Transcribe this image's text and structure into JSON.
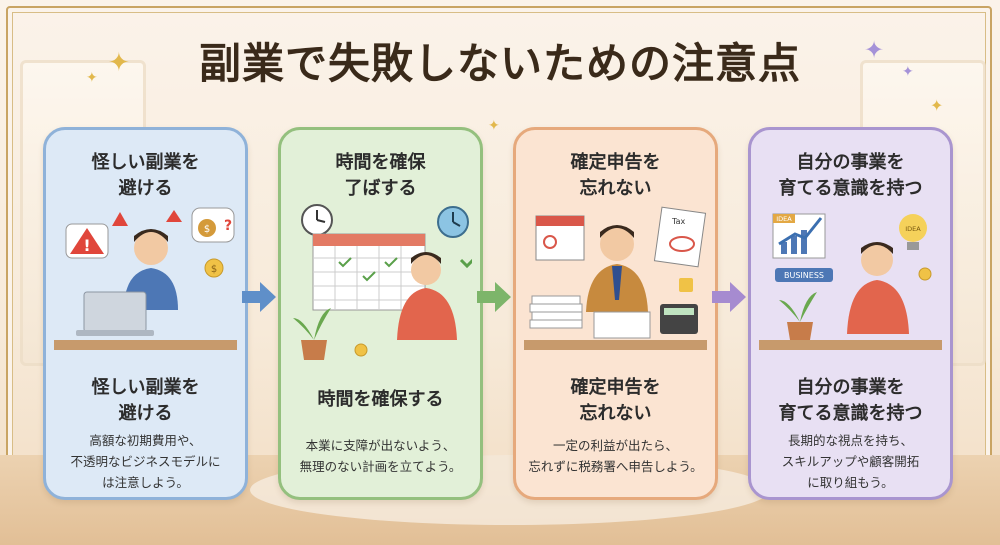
{
  "title": "副業で失敗しないための注意点",
  "colors": {
    "card1": "#8fb2d9",
    "card2": "#94c07e",
    "card3": "#e6a97c",
    "card4": "#a995cf",
    "arrow_blue": "#5f8fc9",
    "arrow_green": "#7db56a",
    "arrow_purple": "#a68bd0"
  },
  "cards": [
    {
      "heading": "怪しい副業を\n避ける",
      "subtitle": "怪しい副業を\n避ける",
      "description": "高額な初期費用や、\n不透明なビジネスモデルに\nは注意しよう。",
      "icons": [
        "warning-icon",
        "money-bag-icon",
        "laptop-icon",
        "coin-icon"
      ]
    },
    {
      "heading": "時間を確保\n了ばする",
      "subtitle": "時間を確保する",
      "description": "本業に支障が出ないよう、\n無理のない計画を立てよう。",
      "icons": [
        "clock-icon",
        "calendar-icon",
        "plant-icon",
        "check-icon"
      ]
    },
    {
      "heading": "確定申告を\n忘れない",
      "subtitle": "確定申告を\n忘れない",
      "description": "一定の利益が出たら、\n忘れずに税務署へ申告しよう。",
      "icons": [
        "calendar-icon",
        "tax-form-icon",
        "calculator-icon",
        "check-icon"
      ],
      "tax_label": "Tax"
    },
    {
      "heading": "自分の事業を\n育てる意識を持つ",
      "subtitle": "自分の事業を\n育てる意識を持つ",
      "description": "長期的な視点を持ち、\nスキルアップや顧客開拓\nに取り組もう。",
      "icons": [
        "idea-chart-icon",
        "lightbulb-icon",
        "business-sign-icon",
        "plant-icon"
      ],
      "idea_label": "IDEA",
      "idea_label2": "IDEA",
      "business_label": "BUSINESS"
    }
  ]
}
